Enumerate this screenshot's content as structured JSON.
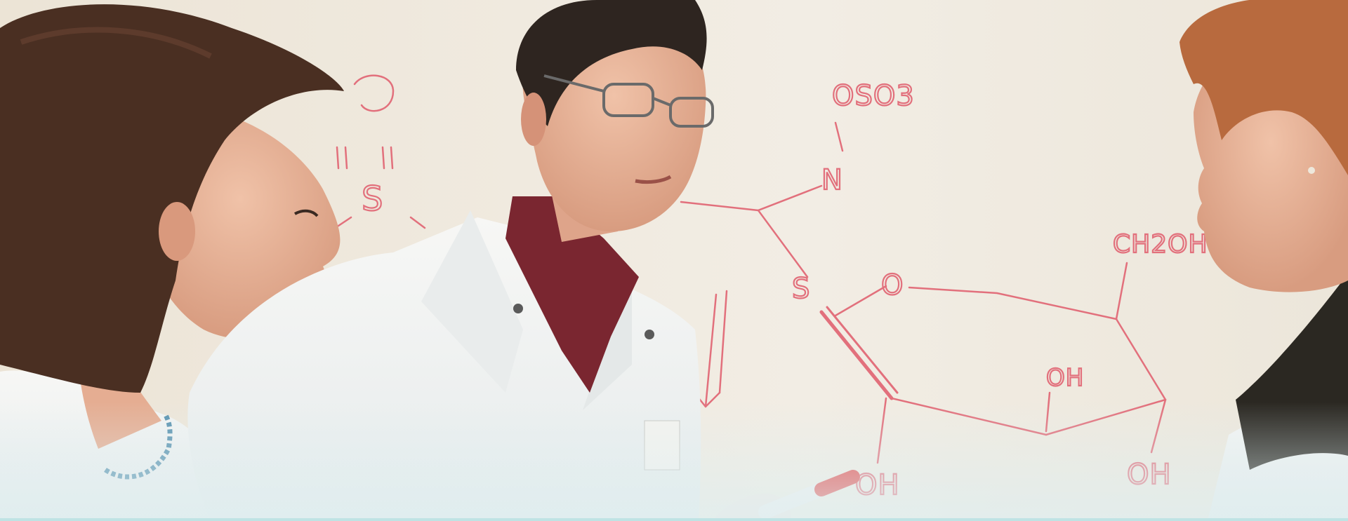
{
  "image": {
    "description_tag": "photo",
    "colors": {
      "board": "#efe8dc",
      "marker": "#e2707c",
      "coat": "#f4f3f0",
      "shirt": "#7a2630",
      "hair_left": "#4a2f22",
      "hair_center": "#2e2520",
      "hair_right": "#b86a3e",
      "skin": "#e7b49a",
      "accent_edge": "#bfe3e4"
    }
  },
  "whiteboard": {
    "labels": {
      "oso3": "OSO3",
      "n": "N",
      "s": "S",
      "o": "O",
      "oh_mid": "OH",
      "oh_bottom_left": "OH",
      "oh_bottom_right": "OH",
      "ch2oh": "CH2OH",
      "s_left": "S"
    }
  }
}
